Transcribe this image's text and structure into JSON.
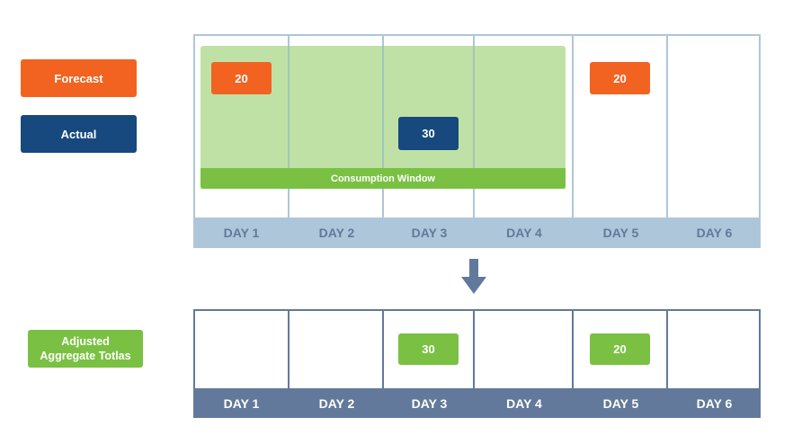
{
  "legend": {
    "forecast": "Forecast",
    "actual": "Actual",
    "adjusted_line1": "Adjusted",
    "adjusted_line2": "Aggregate Totlas"
  },
  "top": {
    "days": [
      "DAY 1",
      "DAY 2",
      "DAY 3",
      "DAY 4",
      "DAY 5",
      "DAY 6"
    ],
    "consumption_window": "Consumption Window",
    "forecast_day1": "20",
    "actual_day3": "30",
    "forecast_day5": "20"
  },
  "bottom": {
    "days": [
      "DAY 1",
      "DAY 2",
      "DAY 3",
      "DAY 4",
      "DAY 5",
      "DAY 6"
    ],
    "adjusted_day3": "30",
    "adjusted_day5": "20"
  },
  "colors": {
    "forecast": "#f26322",
    "actual": "#17497e",
    "adjusted": "#7ac143",
    "window_fill": "#bfe1a5",
    "top_grid": "#aec6d9",
    "bottom_grid": "#62799b",
    "arrow": "#62799b"
  }
}
